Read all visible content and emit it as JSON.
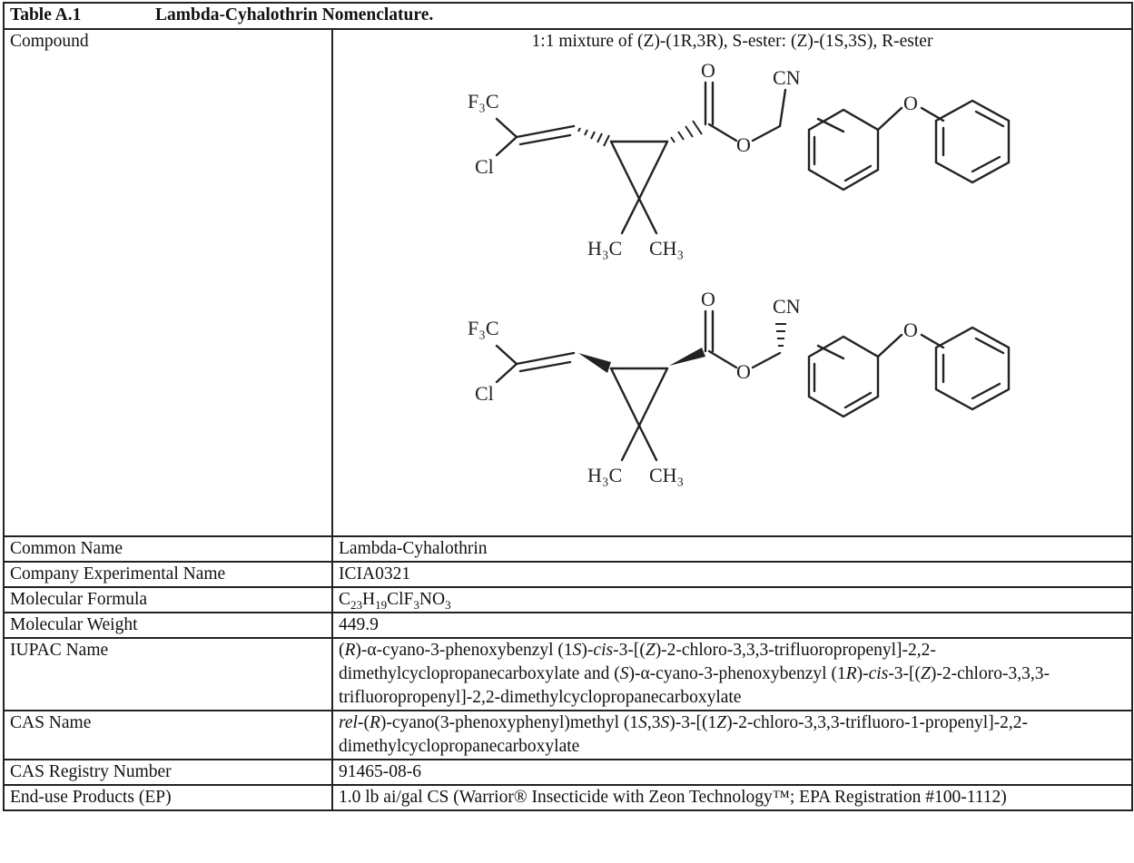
{
  "table": {
    "number": "Table A.1",
    "title": "Lambda-Cyhalothrin Nomenclature."
  },
  "compound": {
    "label": "Compound",
    "mixture": "1:1 mixture of (Z)-(1R,3R), S-ester: (Z)-(1S,3S), R-ester",
    "structure_atoms": {
      "cf3": "F₃C",
      "cl": "Cl",
      "o_carbonyl": "O",
      "o_ester": "O",
      "cn": "CN",
      "o_ether": "O",
      "h3c": "H₃C",
      "ch3": "CH₃"
    }
  },
  "rows": {
    "common_name": {
      "label": "Common Name",
      "value": "Lambda-Cyhalothrin"
    },
    "experimental_name": {
      "label": "Company Experimental Name",
      "value": "ICIA0321"
    },
    "formula": {
      "label": "Molecular Formula",
      "c": "C",
      "c_n": "23",
      "h": "H",
      "h_n": "19",
      "clf": "ClF",
      "f_n": "3",
      "no": "NO",
      "o_n": "3"
    },
    "weight": {
      "label": "Molecular Weight",
      "value": "449.9"
    },
    "iupac": {
      "label": "IUPAC Name",
      "p1": "(",
      "r1": "R",
      "p2": ")-α-cyano-3-phenoxybenzyl (1",
      "s1": "S",
      "p3": ")-",
      "cis1": "cis",
      "p4": "-3-[(",
      "z1": "Z",
      "p5": ")-2-chloro-3,3,3-trifluoropropenyl]-2,2-dimethylcyclopropanecarboxylate and (",
      "s2": "S",
      "p6": ")-α-cyano-3-phenoxybenzyl (1",
      "r2": "R",
      "p7": ")-",
      "cis2": "cis",
      "p8": "-3-[(",
      "z2": "Z",
      "p9": ")-2-chloro-3,3,3-trifluoropropenyl]-2,2-dimethylcyclopropanecarboxylate"
    },
    "cas_name": {
      "label": "CAS Name",
      "rel": "rel",
      "p1": "-(",
      "r": "R",
      "p2": ")-cyano(3-phenoxyphenyl)methyl (1",
      "s1": "S",
      "p3": ",3",
      "s2": "S",
      "p4": ")-3-[(1",
      "z": "Z",
      "p5": ")-2-chloro-3,3,3-trifluoro-1-propenyl]-2,2-dimethylcyclopropanecarboxylate"
    },
    "cas_number": {
      "label": "CAS Registry Number",
      "value": "91465-08-6"
    },
    "end_use": {
      "label": "End-use Products (EP)",
      "value": "1.0 lb ai/gal CS (Warrior® Insecticide with Zeon Technology™; EPA Registration #100-1112)"
    }
  }
}
